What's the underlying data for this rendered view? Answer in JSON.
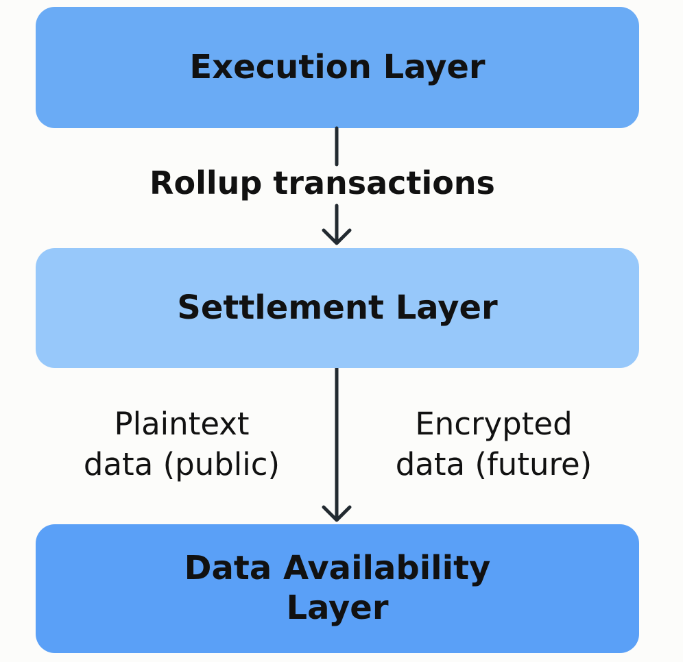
{
  "diagram": {
    "nodes": [
      {
        "id": "execution",
        "label": "Execution Layer",
        "color": "#6aabf5"
      },
      {
        "id": "settlement",
        "label": "Settlement Layer",
        "color": "#97c8fa"
      },
      {
        "id": "data_availability",
        "label": "Data Availability Layer",
        "color": "#5aa0f7"
      }
    ],
    "edges": [
      {
        "from": "execution",
        "to": "settlement",
        "label": "Rollup transactions"
      },
      {
        "from": "settlement",
        "to": "data_availability",
        "label_left": "Plaintext data (public)",
        "label_right": "Encrypted data (future)"
      }
    ]
  },
  "labels": {
    "edge1": "Rollup transactions",
    "edge2_left_line1": "Plaintext",
    "edge2_left_line2": "data (public)",
    "edge2_right_line1": "Encrypted",
    "edge2_right_line2": "data (future)",
    "node3_line1": "Data Availability",
    "node3_line2": "Layer"
  }
}
